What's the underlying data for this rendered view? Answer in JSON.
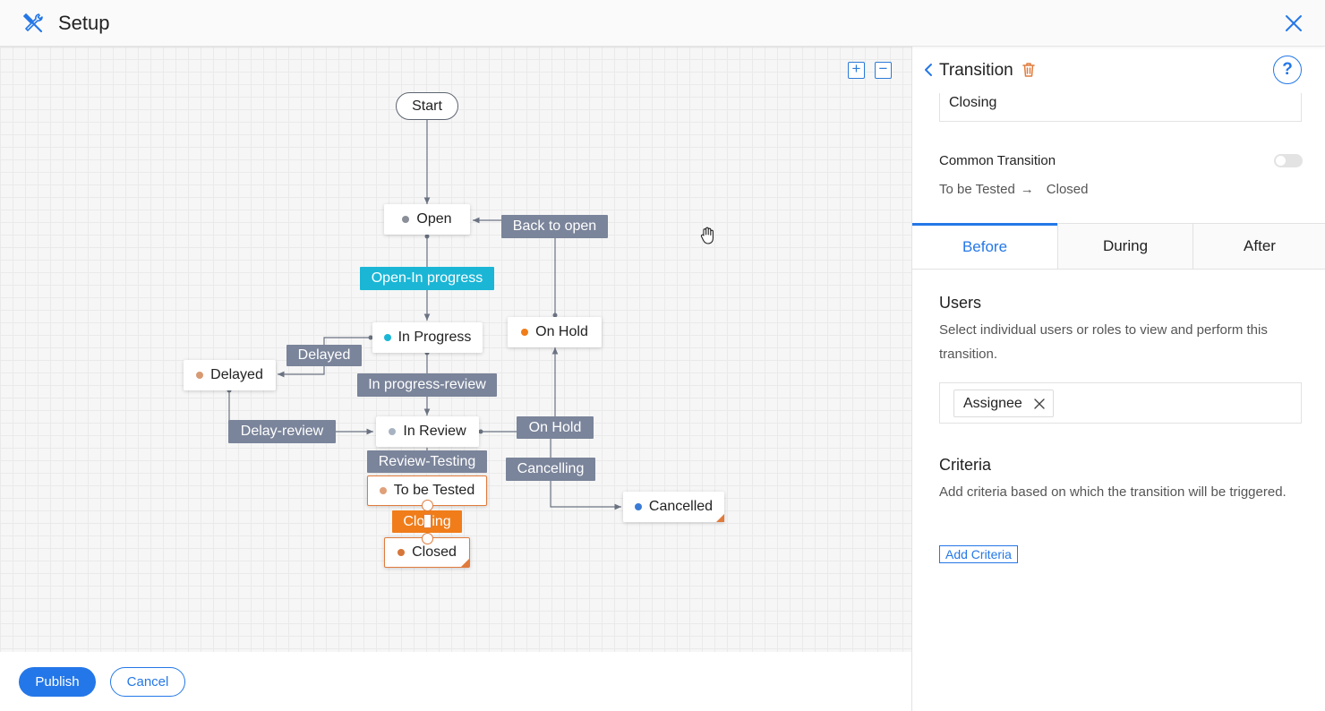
{
  "header": {
    "title": "Setup",
    "icon": "tools-icon",
    "close_icon": "close-icon"
  },
  "canvas": {
    "zoom_in_label": "+",
    "zoom_out_label": "−",
    "start_label": "Start",
    "states": {
      "open": "Open",
      "in_progress": "In Progress",
      "on_hold": "On Hold",
      "delayed": "Delayed",
      "in_review": "In Review",
      "to_be_tested": "To be Tested",
      "closed": "Closed",
      "cancelled": "Cancelled"
    },
    "transitions": {
      "back_to_open": "Back to open",
      "open_in_progress": "Open-In progress",
      "delayed": "Delayed",
      "in_progress_review": "In progress-review",
      "delay_review": "Delay-review",
      "on_hold": "On Hold",
      "review_testing": "Review-Testing",
      "cancelling": "Cancelling",
      "closing": "Closing"
    },
    "colors": {
      "open": "#8a8f99",
      "in_progress": "#1bb6d6",
      "on_hold": "#f07d1a",
      "delayed": "#d89a72",
      "in_review": "#a8b3c2",
      "to_be_tested": "#e0a07a",
      "closed": "#d6763a",
      "cancelled": "#3a7bd5"
    }
  },
  "footer": {
    "publish_label": "Publish",
    "cancel_label": "Cancel"
  },
  "panel": {
    "title": "Transition",
    "transition_name": "Closing",
    "common_transition_label": "Common Transition",
    "common_transition_enabled": false,
    "route_from": "To be Tested",
    "route_arrow": "→",
    "route_to": "Closed",
    "tabs": [
      "Before",
      "During",
      "After"
    ],
    "active_tab": "Before",
    "users": {
      "title": "Users",
      "description": "Select individual users or roles to view and perform this transition.",
      "selected": [
        "Assignee"
      ]
    },
    "criteria": {
      "title": "Criteria",
      "description": "Add criteria based on which the transition will be triggered.",
      "add_label": "Add Criteria"
    }
  }
}
